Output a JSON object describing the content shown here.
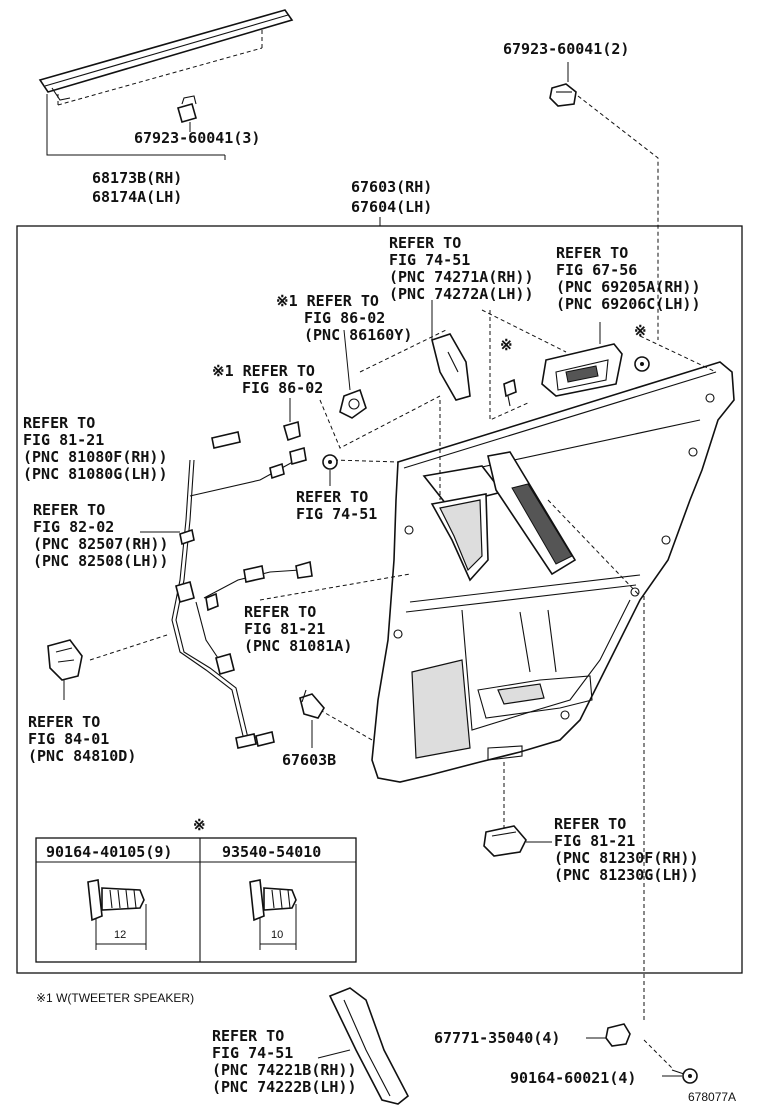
{
  "callouts": {
    "clip_top_right": "67923-60041(2)",
    "clip_top_left": "67923-60041(3)",
    "weatherstrip_rh": "68173B(RH)",
    "weatherstrip_lh": "68174A(LH)",
    "trim_rh": "67603(RH)",
    "trim_lh": "67604(LH)",
    "ref_74_51_a": [
      "REFER TO",
      "FIG 74-51",
      "(PNC 74271A(RH))",
      "(PNC 74272A(LH))"
    ],
    "ref_67_56": [
      "REFER TO",
      "FIG 67-56",
      "(PNC 69205A(RH))",
      "(PNC 69206C(LH))"
    ],
    "ref_86_02_a": [
      "※1 REFER TO",
      "FIG 86-02",
      "(PNC 86160Y)"
    ],
    "ref_86_02_b": [
      "※1 REFER TO",
      "FIG 86-02"
    ],
    "ref_81_21_a": [
      "REFER TO",
      "FIG 81-21",
      "(PNC 81080F(RH))",
      "(PNC 81080G(LH))"
    ],
    "ref_74_51_b": [
      "REFER TO",
      "FIG 74-51"
    ],
    "ref_82_02": [
      "REFER TO",
      "FIG 82-02",
      "(PNC 82507(RH))",
      "(PNC 82508(LH))"
    ],
    "ref_81_21_b": [
      "REFER TO",
      "FIG 81-21",
      "(PNC 81081A)"
    ],
    "ref_84_01": [
      "REFER TO",
      "FIG 84-01",
      "(PNC 84810D)"
    ],
    "fastener": "67603B",
    "ref_81_21_c": [
      "REFER TO",
      "FIG 81-21",
      "(PNC 81230F(RH))",
      "(PNC 81230G(LH))"
    ],
    "ref_74_51_c": [
      "REFER TO",
      "FIG 74-51",
      "(PNC 74221B(RH))",
      "(PNC 74222B(LH))"
    ],
    "cap": "67771-35040(4)",
    "screw": "90164-60021(4)"
  },
  "marks": {
    "asterisk": "※"
  },
  "fastener_table": {
    "left_part": "90164-40105(9)",
    "right_part": "93540-54010",
    "left_dim": "12",
    "right_dim": "10"
  },
  "footnote": "※1 W(TWEETER SPEAKER)",
  "figure_id": "678077A"
}
